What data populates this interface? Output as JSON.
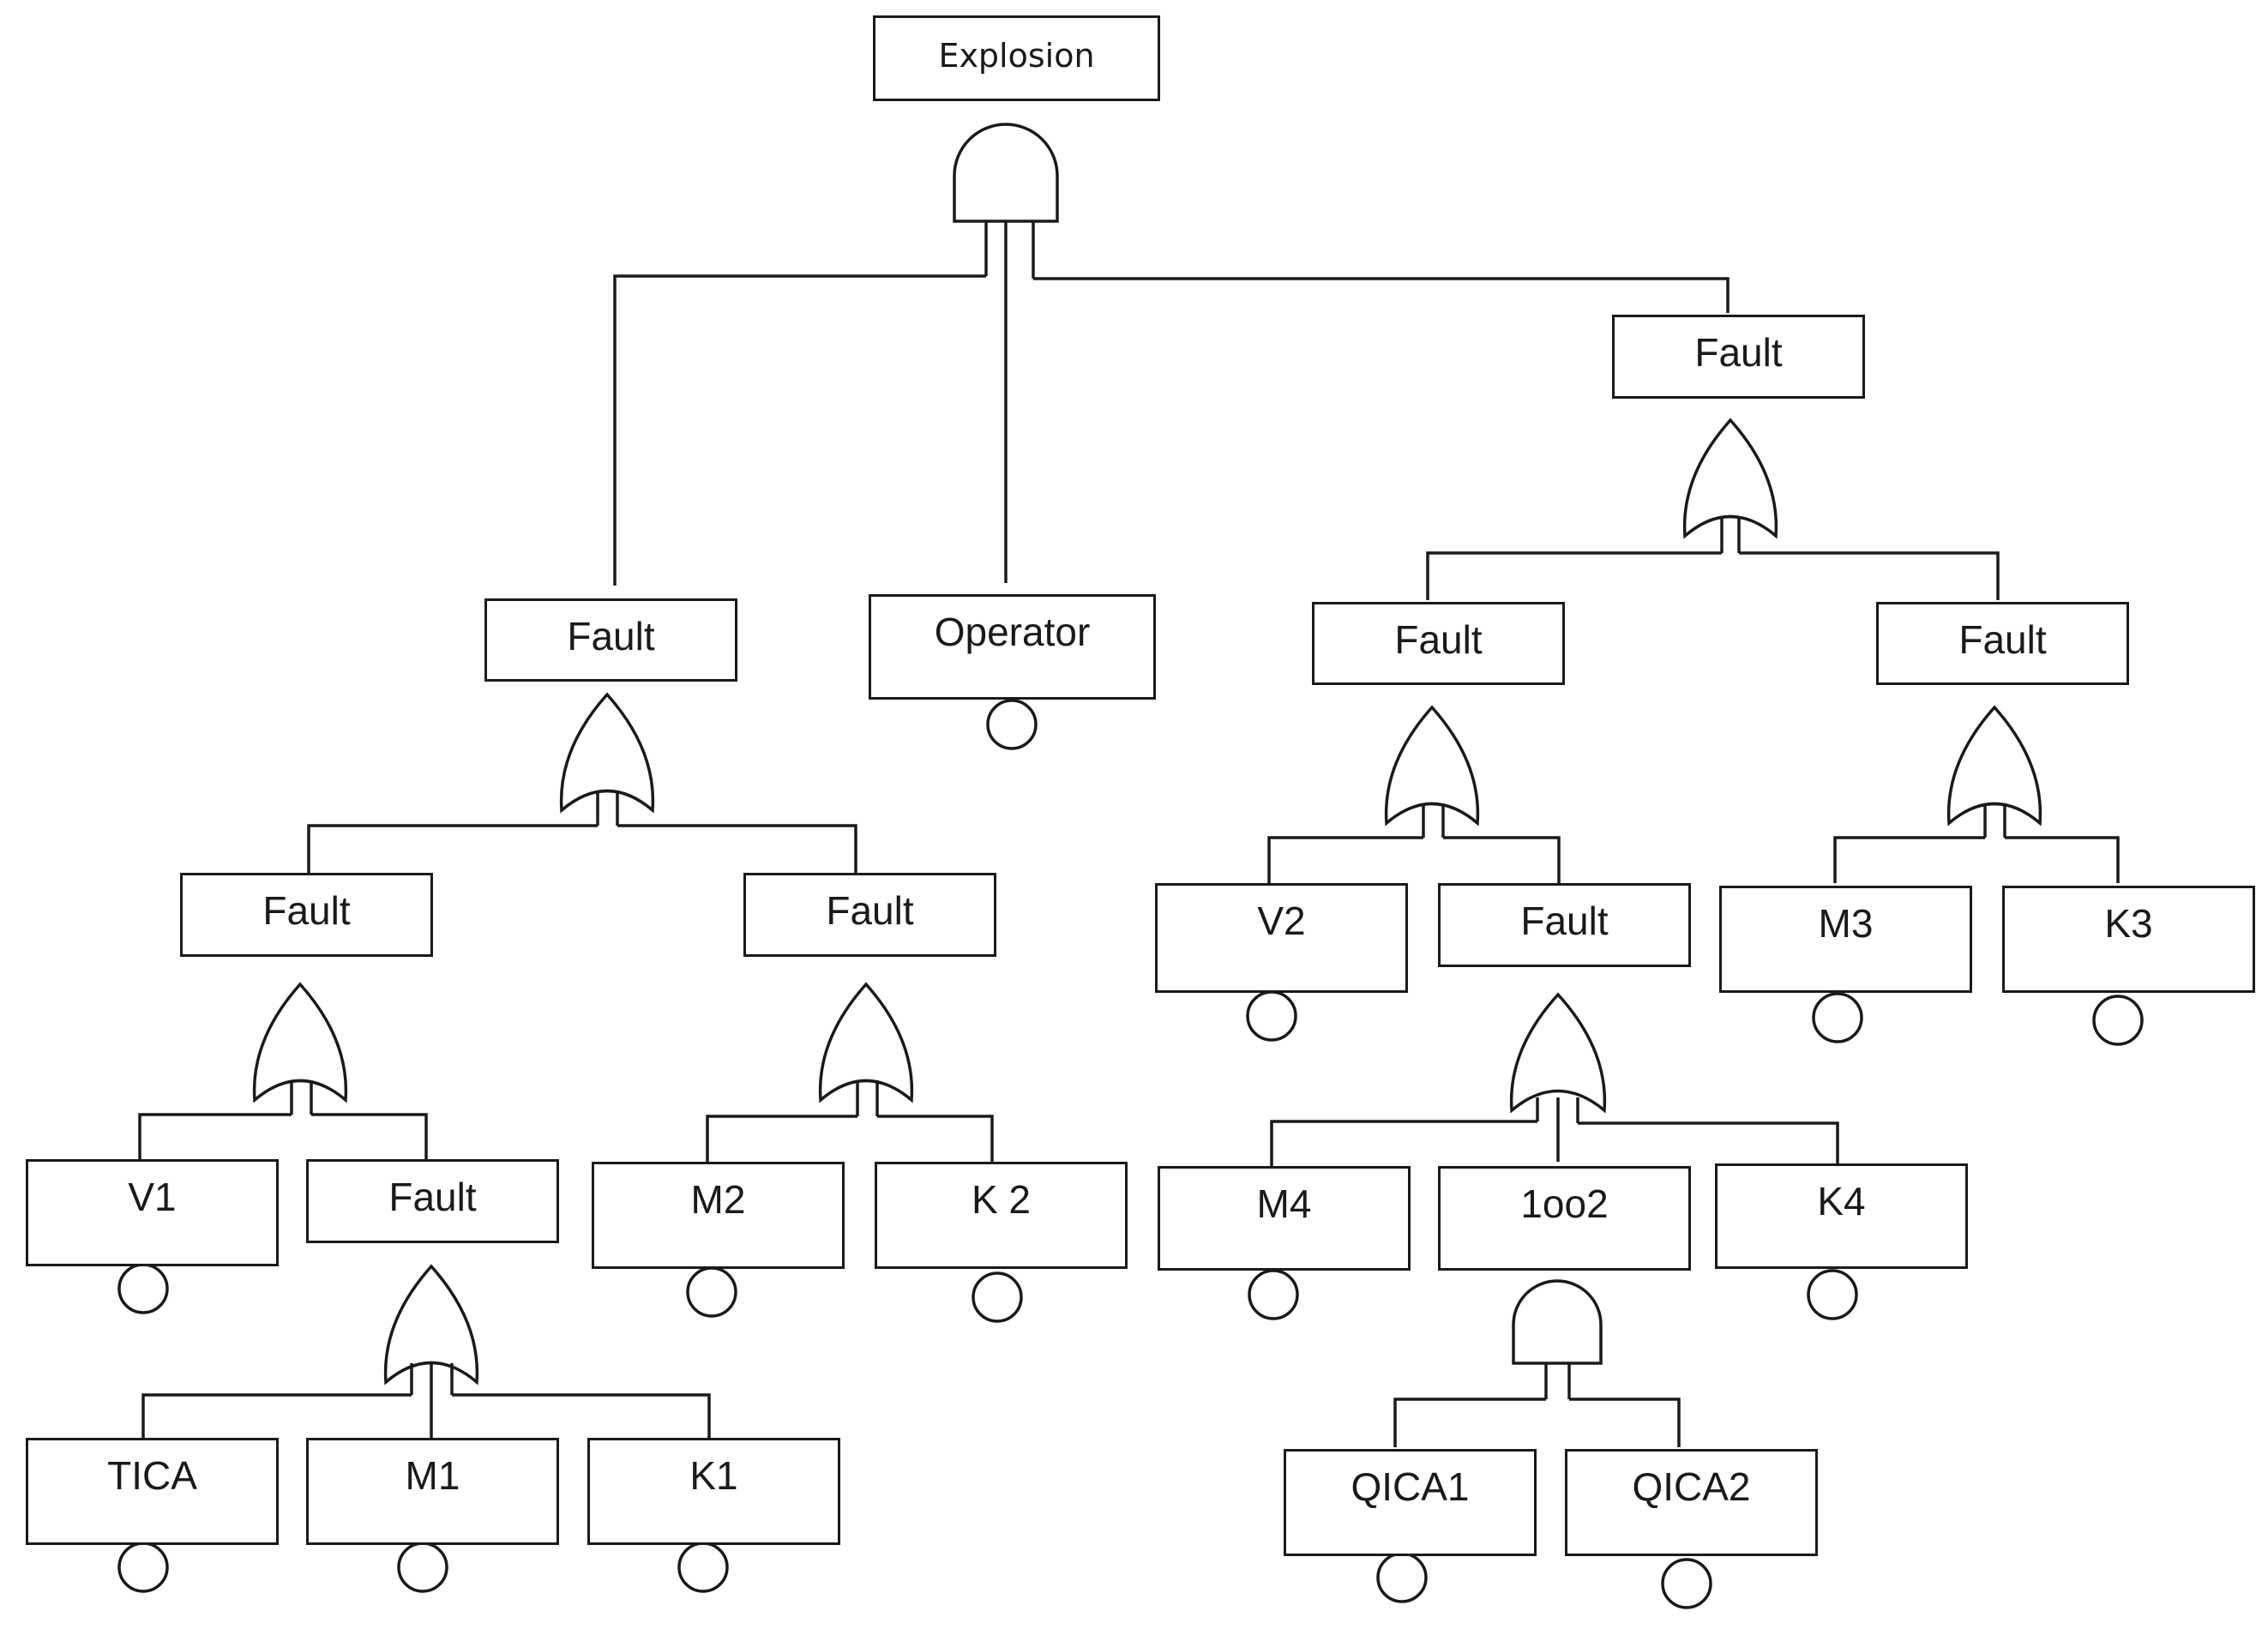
{
  "nodes": {
    "top_event": "Explosion",
    "fault_left": "Fault",
    "operator": "Operator",
    "fault_right": "Fault",
    "fault_l1": "Fault",
    "fault_l2": "Fault",
    "fault_r1": "Fault",
    "fault_r2": "Fault",
    "v1": "V1",
    "fault_l3": "Fault",
    "m2": "M2",
    "k2": "K 2",
    "v2": "V2",
    "fault_r3": "Fault",
    "m3": "M3",
    "k3": "K3",
    "tica": "TICA",
    "m1": "M1",
    "k1": "K1",
    "m4": "M4",
    "oo2": "1oo2",
    "k4": "K4",
    "qica1": "QICA1",
    "qica2": "QICA2"
  },
  "gates": {
    "top": "and-gate-icon",
    "fault_left": "or-gate-icon",
    "fault_right": "or-gate-icon",
    "fault_l1": "or-gate-icon",
    "fault_l2": "or-gate-icon",
    "fault_r1": "or-gate-icon",
    "fault_r2": "or-gate-icon",
    "fault_l3": "or-gate-icon",
    "fault_r3": "or-gate-icon",
    "oo2": "and-gate-icon"
  },
  "colors": {
    "line": "#1a1a1a",
    "background": "#ffffff"
  }
}
